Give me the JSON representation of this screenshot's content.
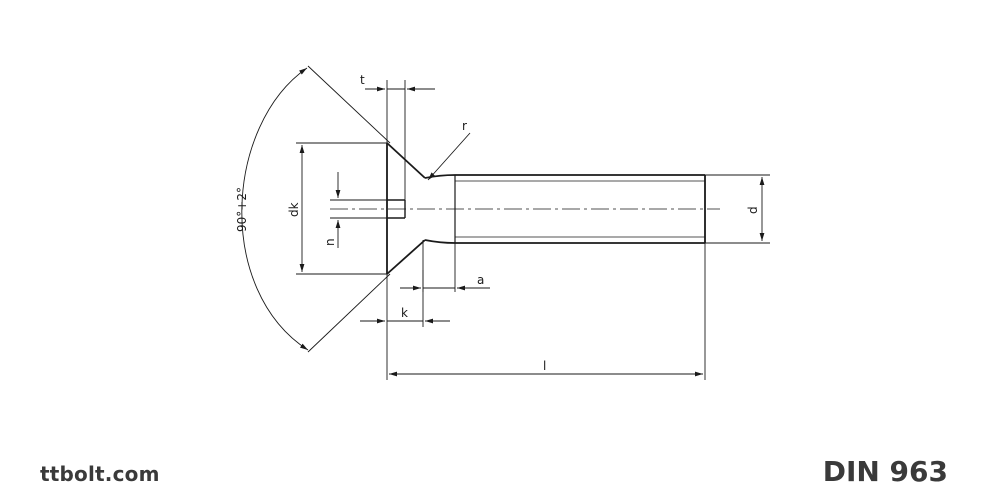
{
  "drawing": {
    "dimensions": {
      "t": "t",
      "r": "r",
      "dk": "dk",
      "n": "n",
      "a": "a",
      "k": "k",
      "l": "l",
      "d": "d",
      "angle": "90°+2°"
    }
  },
  "footer": {
    "site": "ttbolt.com",
    "standard": "DIN 963"
  },
  "colors": {
    "line": "#1a1a1a",
    "footer_text": "#3a3a3a"
  }
}
